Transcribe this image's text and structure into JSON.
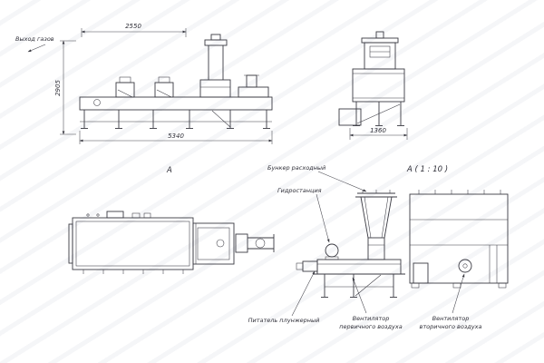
{
  "labels": {
    "gas_outlet": "Выход газов",
    "feed_hopper": "Бункер расходный",
    "hydraulic_station": "Гидростанция",
    "plunger_feeder": "Питатель плунжерный",
    "primary_fan_line1": "Вентилятор",
    "primary_fan_line2": "первичного воздуха",
    "secondary_fan_line1": "Вентилятор",
    "secondary_fan_line2": "вторичного воздуха"
  },
  "views": {
    "side_marker": "A",
    "detail_title": "A ( 1 : 10 )"
  },
  "dimensions": {
    "front_top": "2550",
    "front_height": "2905",
    "front_length": "5340",
    "end_width": "1360"
  },
  "colors": {
    "line": "#3a3a42",
    "background": "#ffffff",
    "watermark": "#e9ebf2"
  }
}
